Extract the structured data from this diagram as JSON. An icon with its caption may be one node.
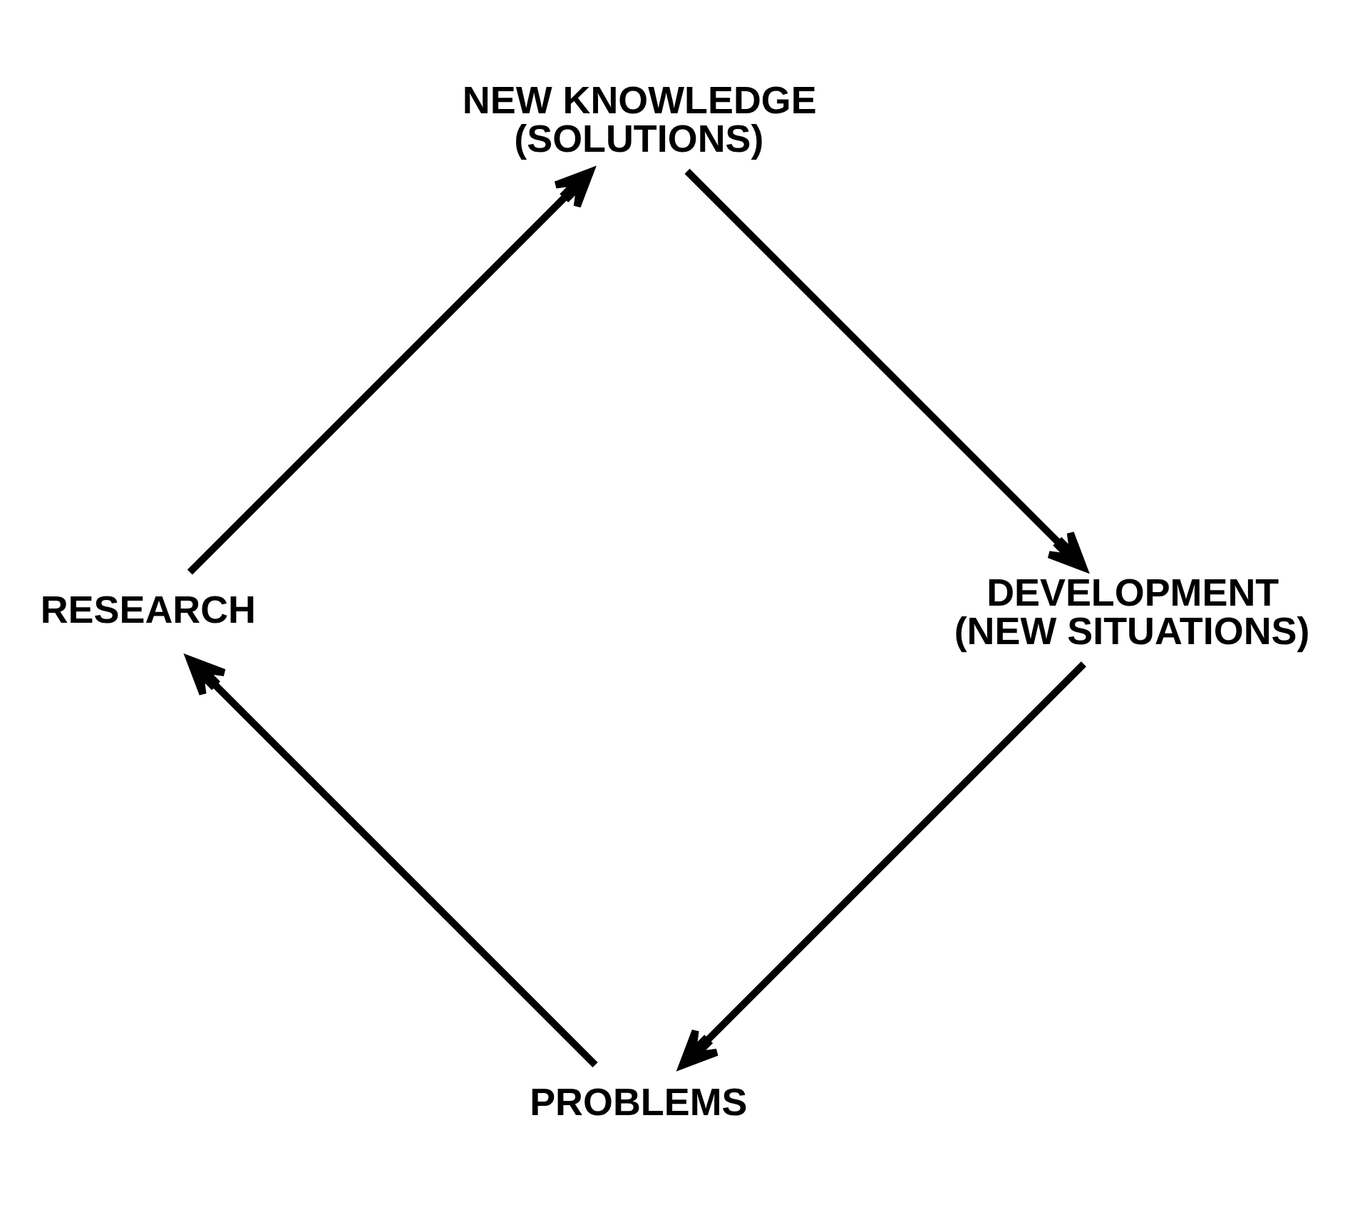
{
  "diagram": {
    "nodes": [
      {
        "text": [
          "PROBLEMS"
        ]
      },
      {
        "text": [
          "RESEARCH"
        ]
      },
      {
        "text": [
          "NEW KNOWLEDGE",
          "(SOLUTIONS)"
        ]
      },
      {
        "text": [
          "DEVELOPMENT",
          "(NEW SITUATIONS)"
        ]
      }
    ],
    "edges": [
      {
        "from": 0,
        "to": 1,
        "arrow": "to"
      },
      {
        "from": 1,
        "to": 2,
        "arrow": "to"
      },
      {
        "from": 2,
        "to": 3,
        "arrow": "to"
      },
      {
        "from": 3,
        "to": 0,
        "arrow": "to"
      }
    ]
  }
}
